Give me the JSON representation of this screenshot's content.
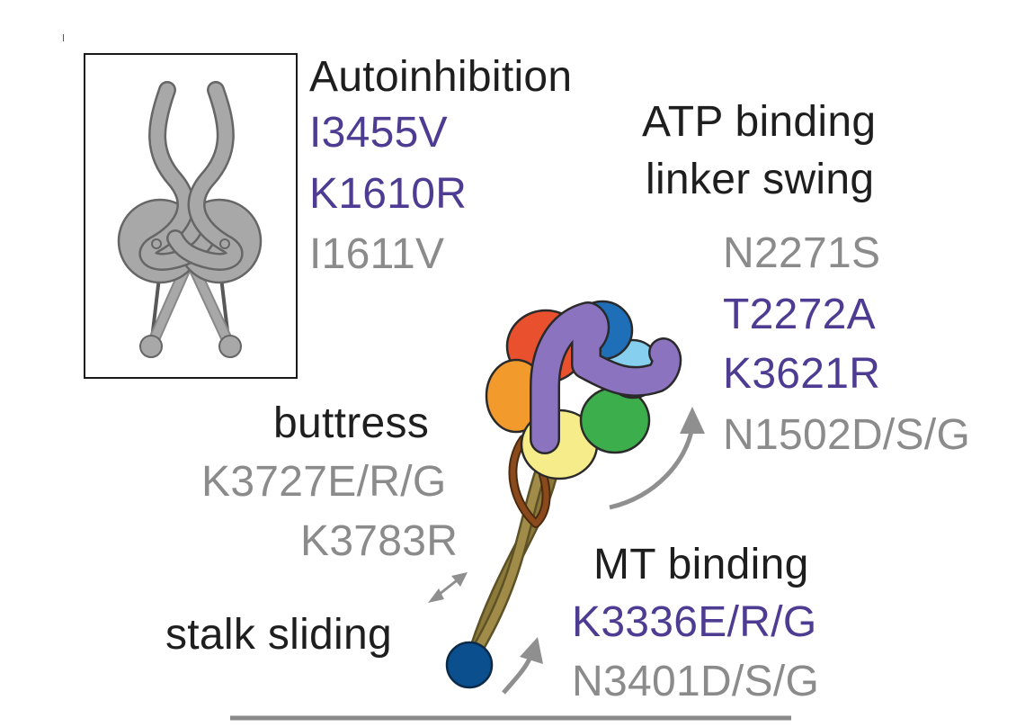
{
  "autoinhibition": {
    "heading": "Autoinhibition",
    "mutations": [
      "I3455V",
      "K1610R",
      "I1611V"
    ]
  },
  "atp": {
    "heading_line1": "ATP binding",
    "heading_line2": "linker swing",
    "mutations": [
      "N2271S",
      "T2272A",
      "K3621R",
      "N1502D/S/G"
    ]
  },
  "buttress": {
    "heading": "buttress",
    "mutations": [
      "K3727E/R/G",
      "K3783R"
    ]
  },
  "stalk": {
    "heading": "stalk sliding"
  },
  "mt": {
    "heading": "MT binding",
    "mutations": [
      "K3336E/R/G",
      "N3401D/S/G"
    ]
  },
  "colors": {
    "text": "#1e1e1e",
    "blue_mutation": "#4e3c92",
    "gray_mutation": "#8b8b8b",
    "arrow": "#8f8f8f",
    "stalk": "#8c7a3a",
    "buttress": "#8b4a1c",
    "mtbd": "#0b4f8f",
    "linker": "#8c73c0"
  }
}
